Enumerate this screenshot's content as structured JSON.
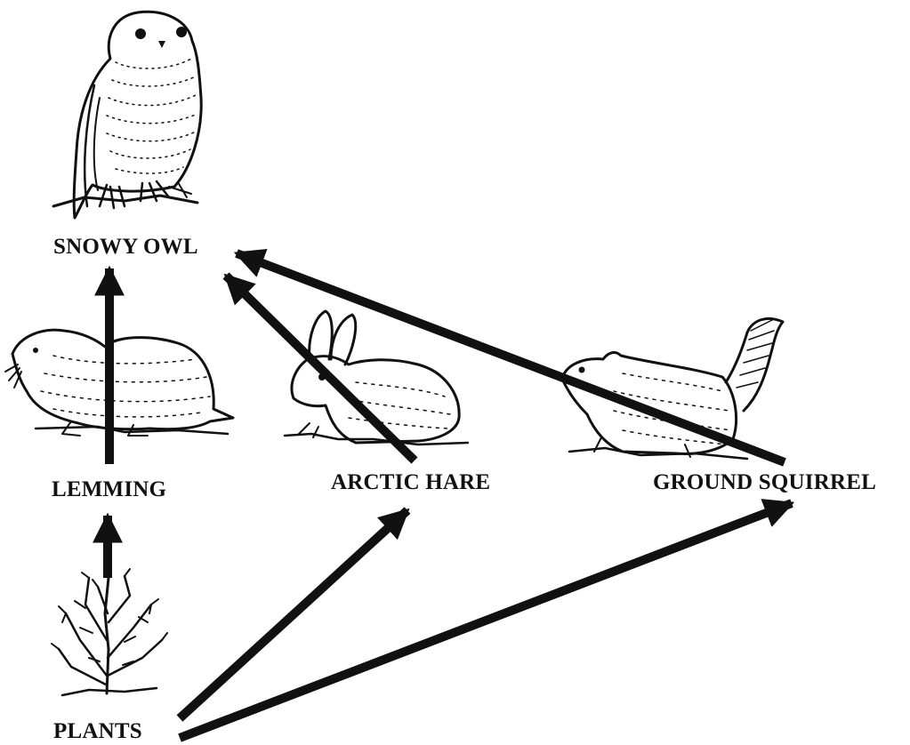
{
  "organisms": {
    "snowy_owl": "SNOWY OWL",
    "lemming": "LEMMING",
    "arctic_hare": "ARCTIC HARE",
    "ground_squirrel": "GROUND SQUIRREL",
    "plants": "PLANTS"
  },
  "energy_flow": [
    {
      "from": "PLANTS",
      "to": "LEMMING"
    },
    {
      "from": "PLANTS",
      "to": "ARCTIC HARE"
    },
    {
      "from": "PLANTS",
      "to": "GROUND SQUIRREL"
    },
    {
      "from": "LEMMING",
      "to": "SNOWY OWL"
    },
    {
      "from": "ARCTIC HARE",
      "to": "SNOWY OWL"
    },
    {
      "from": "GROUND SQUIRREL",
      "to": "SNOWY OWL"
    }
  ],
  "colors": {
    "ink": "#111111",
    "background": "#ffffff"
  },
  "icons": [
    "owl-icon",
    "lemming-icon",
    "hare-icon",
    "squirrel-icon",
    "plant-icon"
  ]
}
